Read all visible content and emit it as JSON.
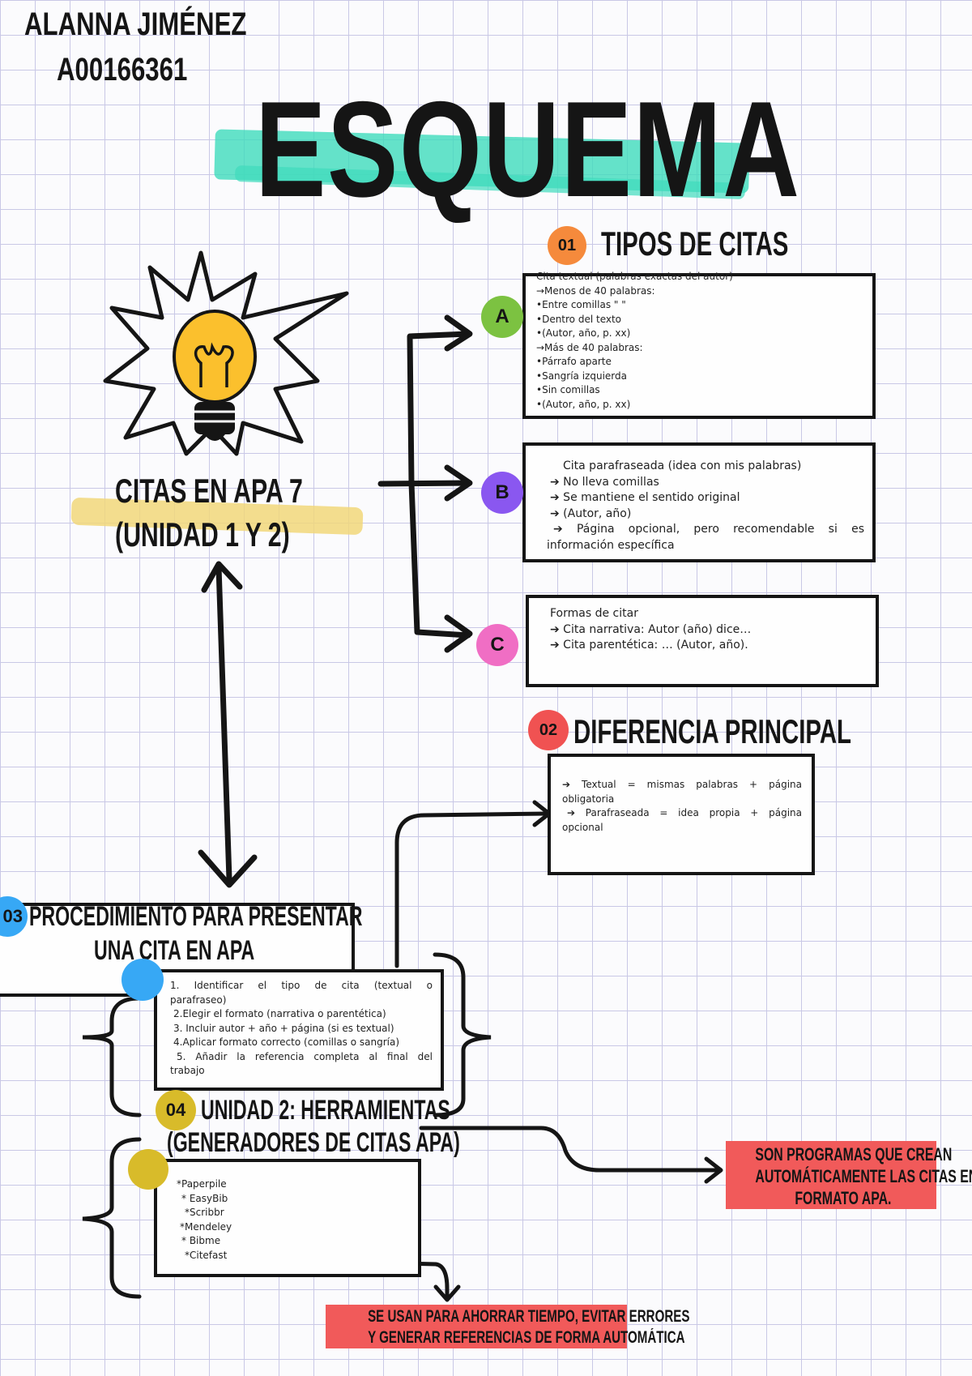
{
  "author": {
    "name": "ALANNA JIMÉNEZ",
    "id": "A00166361"
  },
  "title": "ESQUEMA",
  "central": {
    "line1": "CITAS EN APA 7",
    "line2": "(UNIDAD 1 Y 2)"
  },
  "section1": {
    "number": "01",
    "heading": "TIPOS DE CITAS",
    "number_color": "#f58a3c",
    "box_a": {
      "marker": "A",
      "marker_color": "#7cc241",
      "lines": [
        "Cita textual (palabras exactas del autor)",
        "→Menos de 40 palabras:",
        "•Entre comillas \" \"",
        "•Dentro del texto",
        "•(Autor, año, p. xx)",
        "→Más de 40 palabras:",
        "•Párrafo aparte",
        "•Sangría izquierda",
        "•Sin comillas",
        "•(Autor, año, p. xx)"
      ]
    },
    "box_b": {
      "marker": "B",
      "marker_color": "#8a57f0",
      "lines": [
        "Cita parafraseada (idea con mis palabras)",
        "➔ No lleva comillas",
        "➔ Se mantiene el sentido original",
        "➔ (Autor, año)",
        "➔ Página opcional, pero recomendable si es",
        "información específica"
      ]
    },
    "box_c": {
      "marker": "C",
      "marker_color": "#f06ec4",
      "lines": [
        "Formas de citar",
        "➔ Cita narrativa: Autor (año) dice…",
        "➔ Cita parentética: … (Autor, año)."
      ]
    }
  },
  "section2": {
    "number": "02",
    "heading": "DIFERENCIA PRINCIPAL",
    "number_color": "#f05252",
    "lines": [
      "➔ Textual = mismas palabras + página",
      "obligatoria",
      "➔ Parafraseada = idea propia + página",
      "opcional"
    ]
  },
  "section3": {
    "number": "03",
    "heading_line1": "PROCEDIMIENTO PARA PRESENTAR",
    "heading_line2": "UNA CITA EN APA",
    "number_color": "#37a8f5",
    "steps": [
      "1. Identificar el tipo de cita (textual o",
      "parafraseo)",
      "2.Elegir el formato (narrativa o parentética)",
      "3. Incluir autor + año + página (si es textual)",
      "4.Aplicar formato correcto (comillas o sangría)",
      "5. Añadir la referencia completa al final del",
      "trabajo"
    ]
  },
  "section4": {
    "number": "04",
    "heading_line1": "UNIDAD 2: HERRAMIENTAS",
    "heading_line2": "(GENERADORES DE CITAS APA)",
    "number_color": "#d8bb2a",
    "tools": [
      "*Paperpile",
      "* EasyBib",
      "*Scribbr",
      "*Mendeley",
      "* Bibme",
      "*Citefast"
    ],
    "note_right": [
      "SON PROGRAMAS QUE CREAN",
      "AUTOMÁTICAMENTE LAS CITAS EN",
      "FORMATO APA."
    ],
    "note_bottom": [
      "SE USAN PARA AHORRAR TIEMPO, EVITAR ERRORES",
      "Y GENERAR REFERENCIAS DE FORMA AUTOMÁTICA"
    ],
    "note_color": "#f15a5a"
  }
}
